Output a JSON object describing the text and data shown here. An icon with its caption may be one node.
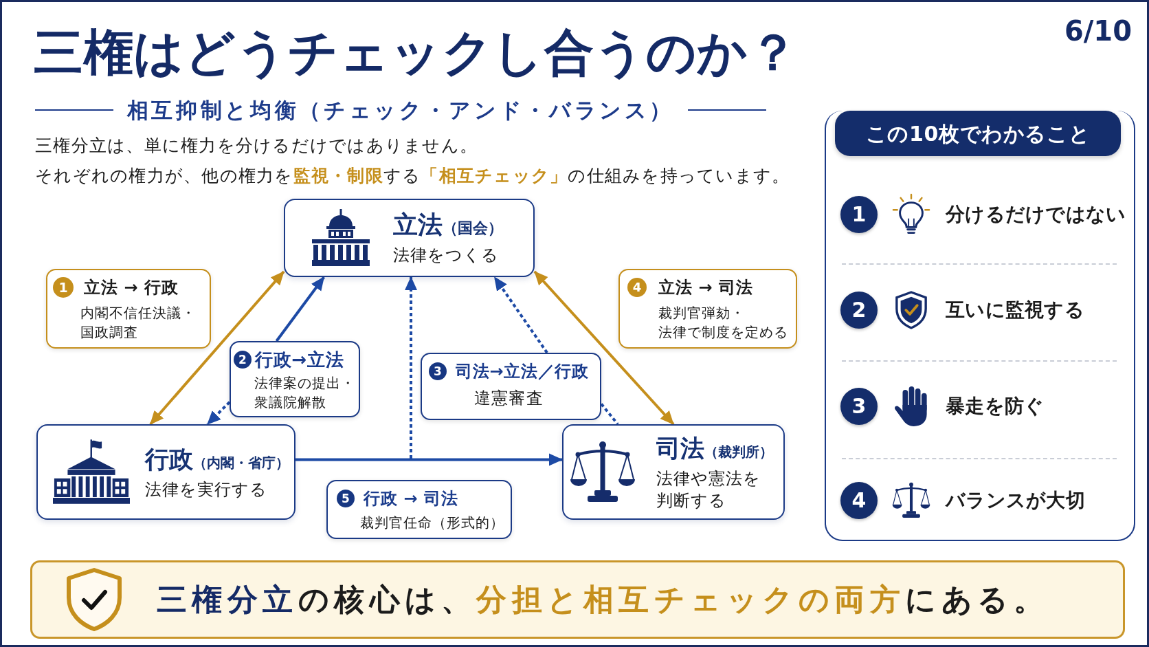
{
  "diagram": {
    "title": "三権はどうチェックし合うのか？",
    "nodes": [
      {
        "text": [
          "立法",
          "（国会）",
          "法律をつくる"
        ]
      },
      {
        "text": [
          "行政",
          "（内閣・省庁）",
          "法律を実行する"
        ]
      },
      {
        "text": [
          "司法",
          "（裁判所）",
          "法律や憲法を判断する"
        ]
      },
      {
        "text": [
          "立法 → 行政",
          "内閣不信任決議・国政調査"
        ]
      },
      {
        "text": [
          "1"
        ],
        "in": 3
      },
      {
        "text": [
          "行政→立法",
          "法律案の提出・衆議院解散"
        ]
      },
      {
        "text": [
          "2"
        ],
        "in": 5
      },
      {
        "text": [
          "司法→立法／行政",
          "違憲審査"
        ]
      },
      {
        "text": [
          "3"
        ],
        "in": 7
      },
      {
        "text": [
          "立法 → 司法",
          "裁判官弾劾・法律で制度を定める"
        ]
      },
      {
        "text": [
          "4"
        ],
        "in": 9
      },
      {
        "text": [
          "行政 → 司法",
          "裁判官任命（形式的）"
        ]
      },
      {
        "text": [
          "5"
        ],
        "in": 11
      },
      {
        "text": [
          "この10枚でわかること"
        ]
      },
      {
        "text": [
          "1"
        ],
        "in": 13,
        "beside": [
          "分けるだけではない"
        ]
      },
      {
        "text": [
          "2"
        ],
        "in": 13,
        "beside": [
          "互いに監視する"
        ]
      },
      {
        "text": [
          "3"
        ],
        "in": 13,
        "beside": [
          "暴走を防ぐ"
        ]
      },
      {
        "text": [
          "4"
        ],
        "in": 13,
        "beside": [
          "バランスが大切"
        ]
      },
      {
        "text": [
          "**三権分立**の核心は、**分担と相互チェックの両方**にある。"
        ]
      }
    ],
    "edges": [
      {
        "from": 0,
        "to": 1,
        "arrow": "both",
        "color": "#c58f1c"
      },
      {
        "from": 5,
        "to": 0,
        "arrow": "to"
      },
      {
        "from": 5,
        "to": 1,
        "arrow": "to",
        "style": "dashed"
      },
      {
        "from": null,
        "to": 0,
        "arrow": "to",
        "style": "dashed"
      },
      {
        "from": 7,
        "to": 0,
        "arrow": "to",
        "style": "dashed"
      },
      {
        "from": 7,
        "to": 2,
        "arrow": "none",
        "style": "dashed"
      },
      {
        "from": 1,
        "to": 2,
        "arrow": "to"
      },
      {
        "from": 0,
        "to": 2,
        "arrow": "both",
        "color": "#c58f1c"
      }
    ],
    "labels": [
      "6/10",
      "相互抑制と均衡（チェック・アンド・バランス）",
      "三権分立は、単に権力を分けるだけではありません。",
      "それぞれの権力が、他の権力を**監視・制限**する**「相互チェック」**の仕組みを持っています。"
    ]
  }
}
